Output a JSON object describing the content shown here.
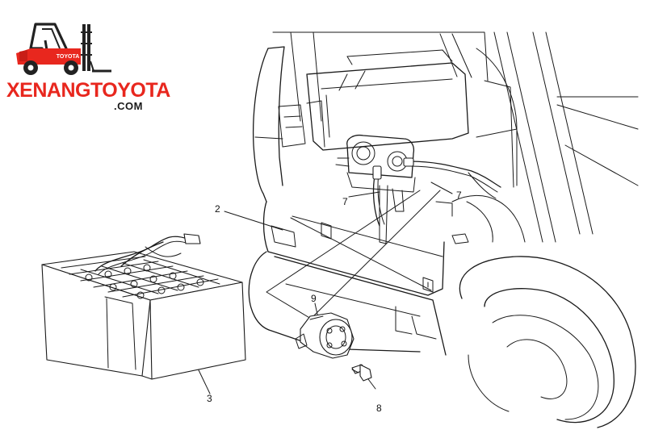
{
  "brand": {
    "name": "XENANGTOYOTA",
    "domain": ".COM",
    "badge": "TOYOTA",
    "accent_color": "#e8271e",
    "icon": "forklift-icon"
  },
  "callouts": {
    "frame_cover": "2",
    "battery": "3",
    "cable_left": "7",
    "cable_right": "7",
    "bolt": "8",
    "motor": "9"
  }
}
